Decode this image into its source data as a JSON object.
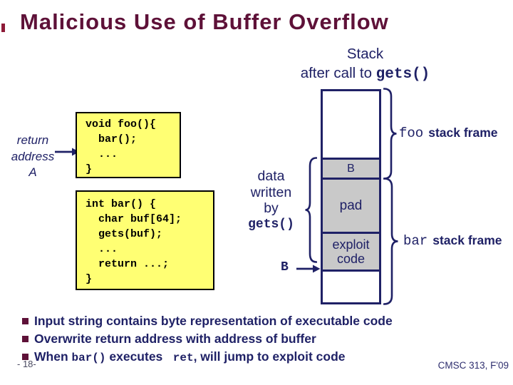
{
  "colors": {
    "title_maroon": "#5e1138",
    "diagram_navy": "#1f2166",
    "code_box_yellow": "#ffff73",
    "stack_cell_gray": "#c9c9c9",
    "code_text_black": "#000000"
  },
  "title": "Malicious Use of Buffer Overflow",
  "subtitle": {
    "line1": "Stack",
    "line2_text": "after call to ",
    "line2_code": "gets()"
  },
  "return_address": {
    "line1": "return",
    "line2": "address",
    "line3": "A"
  },
  "code_foo": {
    "l0": "void foo(){",
    "l1": "  bar();",
    "l2": "  ...",
    "l3": "}"
  },
  "code_bar": {
    "l0": "int bar() {",
    "l1": "  char buf[64];",
    "l2": "  gets(buf);",
    "l3": "  ...",
    "l4": "  return ...;",
    "l5": "}"
  },
  "data_written": {
    "line1": "data",
    "line2": "written",
    "line3": "by",
    "code": "gets()"
  },
  "stack": {
    "cell_b": "B",
    "cell_pad": "pad",
    "cell_exploit_line1": "exploit",
    "cell_exploit_line2": "code"
  },
  "pointer_b": "B",
  "frames": {
    "foo_code": "foo",
    "foo_label": "stack frame",
    "bar_code": "bar",
    "bar_label": "stack frame"
  },
  "bullets": {
    "b1": "Input string contains byte representation of executable code",
    "b2": "Overwrite return address with address of buffer",
    "b3": {
      "t1": "When ",
      "c1": "bar()",
      "t2": " executes ",
      "c2": " ret",
      "t3": ", will jump to exploit code"
    }
  },
  "footer": {
    "page": "- 18-",
    "course": "CMSC 313, F'09"
  }
}
